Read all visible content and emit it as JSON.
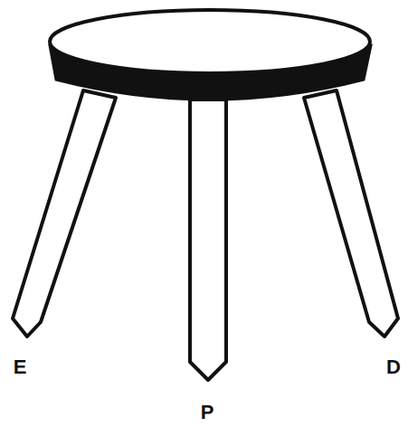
{
  "diagram": {
    "labels": [
      "E",
      "P",
      "D"
    ]
  }
}
